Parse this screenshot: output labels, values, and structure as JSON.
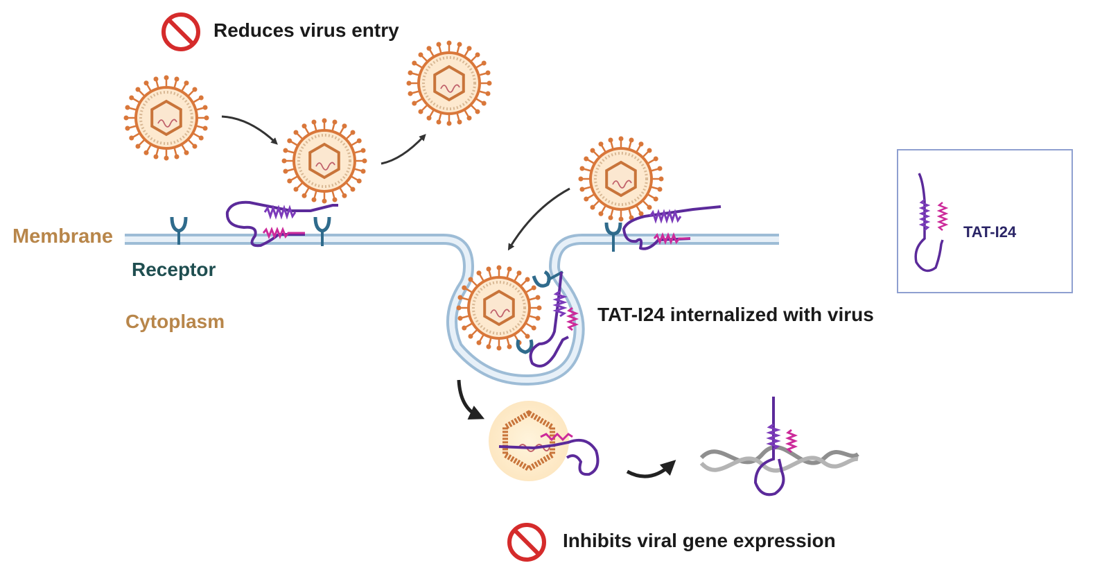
{
  "labels": {
    "membrane": "Membrane",
    "receptor": "Receptor",
    "cytoplasm": "Cytoplasm",
    "reduces_entry": "Reduces virus entry",
    "internalized": "TAT-I24 internalized with virus",
    "inhibits_expression": "Inhibits viral gene expression",
    "legend": "TAT-I24"
  },
  "colors": {
    "membrane_text": "#b8864a",
    "receptor_text": "#1f4e50",
    "cytoplasm_text": "#b8864a",
    "legend_text": "#2a2466",
    "virus_orange": "#d9773a",
    "capsid": "#c8743a",
    "receptor_blue": "#2f6b8c",
    "peptide_purple": "#5b2a9a",
    "peptide_magenta": "#cc2a9a",
    "prohibit_red": "#d52b2b",
    "membrane_blue": "#b9d3e6",
    "dna_gray": "#9a9a9a"
  },
  "icons": [
    "prohibit-icon",
    "virus-icon",
    "receptor-icon",
    "peptide-icon",
    "dna-icon",
    "arrow-icon"
  ]
}
